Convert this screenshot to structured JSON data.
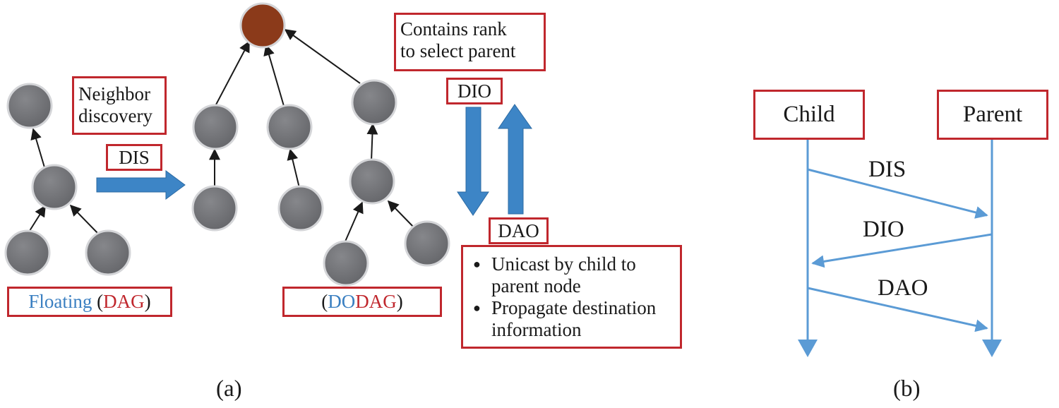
{
  "panel_a": {
    "neighbor_discovery": [
      "Neighbor",
      "discovery"
    ],
    "dis_label": "DIS",
    "floating_dag": {
      "part1": "Floating",
      "part2": " (",
      "part3": "DAG",
      "part4": ")"
    },
    "dodag": {
      "part1": "(",
      "part2": "DO",
      "part3": "DAG",
      "part4": ")"
    },
    "contains_rank": [
      "Contains rank",
      "to select parent"
    ],
    "dio_label": "DIO",
    "dao_label": "DAO",
    "dao_bullets": [
      "Unicast by child to parent node",
      "Propagate destination information"
    ],
    "caption": "(a)"
  },
  "panel_b": {
    "child": "Child",
    "parent": "Parent",
    "messages": [
      "DIS",
      "DIO",
      "DAO"
    ],
    "caption": "(b)"
  },
  "colors": {
    "node": "#75767a",
    "root": "#8b3a1a",
    "box_border": "#c0272d",
    "arrow_blue": "#3d85c6",
    "seq_line": "#5b9bd5"
  }
}
